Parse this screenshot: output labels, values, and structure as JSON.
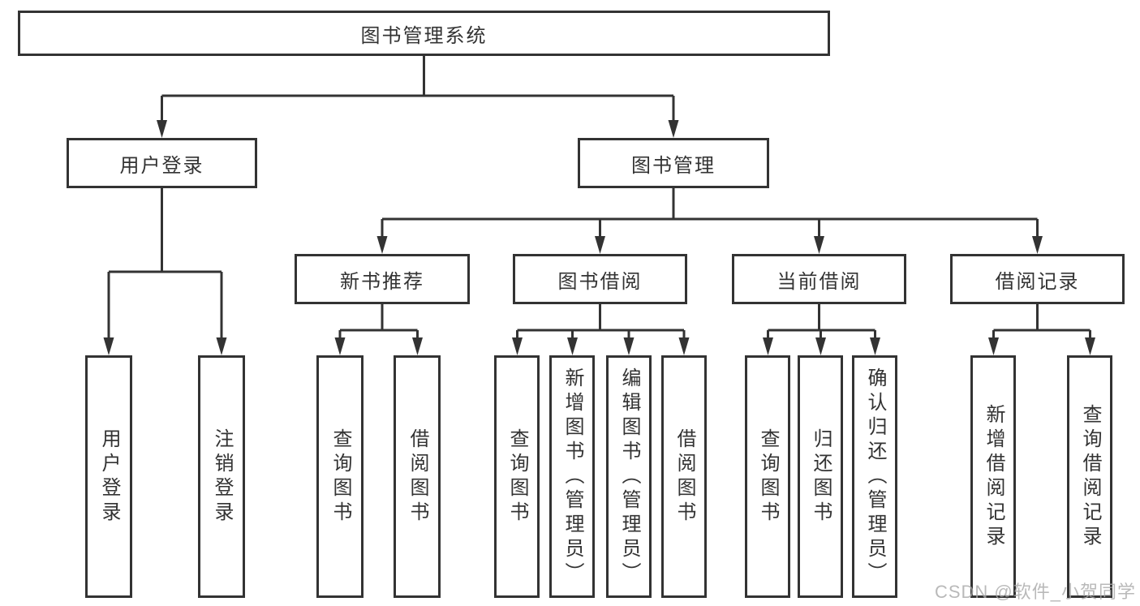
{
  "tree": {
    "root": "图书管理系统",
    "branches": [
      {
        "label": "用户登录",
        "children": [
          {
            "label": "用户登录"
          },
          {
            "label": "注销登录"
          }
        ]
      },
      {
        "label": "图书管理",
        "children": [
          {
            "label": "新书推荐",
            "children": [
              {
                "label": "查询图书"
              },
              {
                "label": "借阅图书"
              }
            ]
          },
          {
            "label": "图书借阅",
            "children": [
              {
                "label": "查询图书"
              },
              {
                "label": "新增图书（管理员）"
              },
              {
                "label": "编辑图书（管理员）"
              },
              {
                "label": "借阅图书"
              }
            ]
          },
          {
            "label": "当前借阅",
            "children": [
              {
                "label": "查询图书"
              },
              {
                "label": "归还图书"
              },
              {
                "label": "确认归还（管理员）"
              }
            ]
          },
          {
            "label": "借阅记录",
            "children": [
              {
                "label": "新增借阅记录"
              },
              {
                "label": "查询借阅记录"
              }
            ]
          }
        ]
      }
    ]
  },
  "watermark": "CSDN @软件_小贺同学",
  "colors": {
    "line": "#333333",
    "box_border": "#333333",
    "text": "#333333",
    "watermark": "#a8a8a8",
    "background": "#ffffff"
  }
}
